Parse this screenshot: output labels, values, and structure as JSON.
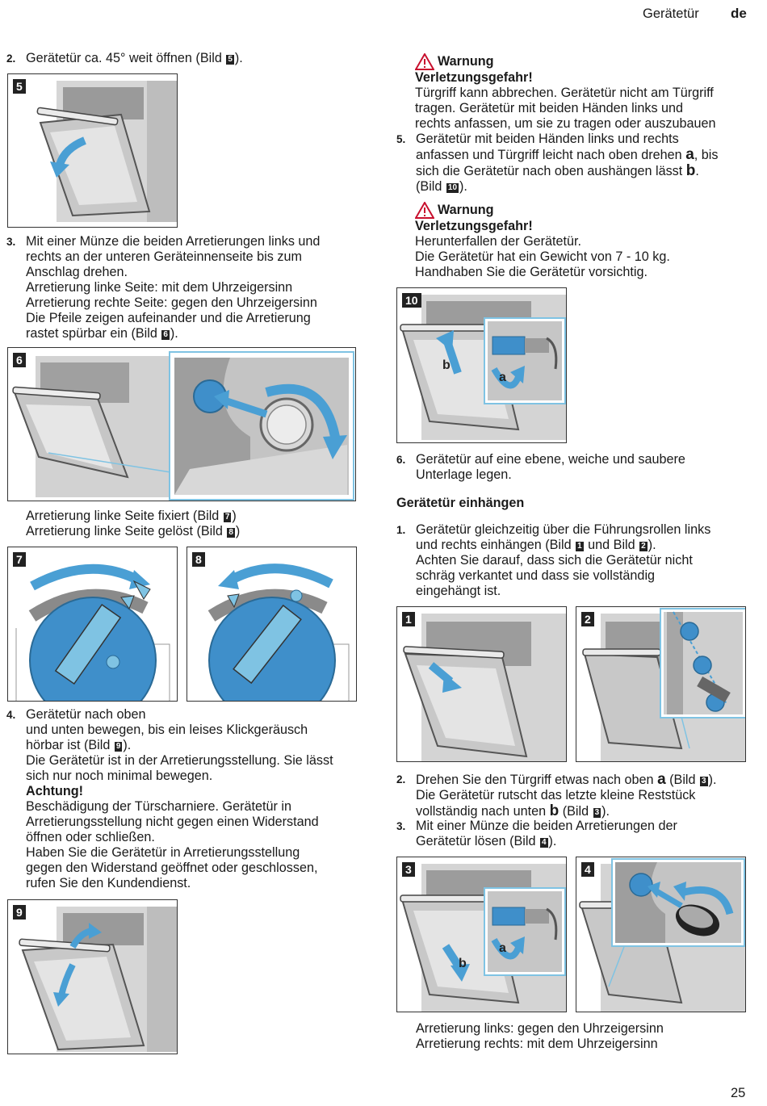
{
  "header": {
    "section": "Gerätetür",
    "lang": "de"
  },
  "page_number": "25",
  "left": {
    "step2": {
      "num": "2.",
      "lines": [
        "Gerätetür ca. 45° weit öffnen (Bild ",
        ")."
      ],
      "ref": "5"
    },
    "step3": {
      "num": "3.",
      "lines": [
        "Mit einer Münze die beiden Arretierungen links und",
        "rechts an der unteren Geräteinnenseite bis zum",
        "Anschlag drehen.",
        "Arretierung linke Seite: mit dem Uhrzeigersinn",
        "Arretierung rechte Seite: gegen den Uhrzeigersinn",
        "Die Pfeile zeigen aufeinander und die Arretierung"
      ],
      "last_prefix": "rastet spürbar ein (Bild ",
      "last_suffix": ").",
      "ref": "6"
    },
    "fixed_line": {
      "prefix": "Arretierung linke Seite fixiert (Bild ",
      "suffix": ")",
      "ref": "7"
    },
    "released_line": {
      "prefix": "Arretierung linke Seite gelöst (Bild ",
      "suffix": ")",
      "ref": "8"
    },
    "step4": {
      "num": "4.",
      "line1": "Gerätetür nach oben",
      "line2": "und unten bewegen, bis ein leises Klickgeräusch",
      "line3_prefix": "hörbar ist (Bild ",
      "line3_suffix": ").",
      "ref": "9",
      "line4": "Die Gerätetür ist in der Arretierungsstellung. Sie lässt",
      "line5": "sich nur noch minimal bewegen.",
      "caution_title": "Achtung!",
      "caution_lines": [
        "Beschädigung der Türscharniere. Gerätetür in",
        "Arretierungsstellung nicht gegen einen Widerstand",
        "öffnen oder schließen.",
        "Haben Sie die Gerätetür in Arretierungsstellung",
        "gegen den Widerstand geöffnet oder geschlossen,",
        "rufen Sie den Kundendienst."
      ]
    }
  },
  "right": {
    "warning1": {
      "title": "Warnung",
      "heading": "Verletzungsgefahr!",
      "lines": [
        "Türgriff kann abbrechen. Gerätetür nicht am Türgriff",
        "tragen. Gerätetür mit beiden Händen links und",
        "rechts anfassen, um sie zu tragen oder auszubauen"
      ]
    },
    "step5": {
      "num": "5.",
      "line1": "Gerätetür mit beiden Händen links und rechts",
      "line2_prefix": "anfassen und Türgriff leicht nach oben drehen ",
      "letter_a": "a",
      "line2_suffix": ", bis",
      "line3_prefix": "sich die Gerätetür nach oben aushängen lässt ",
      "letter_b": "b",
      "line3_suffix": ".",
      "line4_prefix": "(Bild ",
      "line4_suffix": ").",
      "ref": "10"
    },
    "warning2": {
      "title": "Warnung",
      "heading": "Verletzungsgefahr!",
      "lines": [
        "Herunterfallen der Gerätetür.",
        "Die Gerätetür hat ein Gewicht von 7 - 10 kg.",
        "Handhaben Sie die Gerätetür vorsichtig."
      ]
    },
    "step6": {
      "num": "6.",
      "lines": [
        "Gerätetür auf eine ebene, weiche und saubere",
        "Unterlage legen."
      ]
    },
    "subheading": "Gerätetür einhängen",
    "mount1": {
      "num": "1.",
      "line1": "Gerätetür gleichzeitig über die Führungsrollen links",
      "line2_prefix": "und rechts einhängen (Bild ",
      "ref1": "1",
      "line2_mid": " und Bild ",
      "ref2": "2",
      "line2_suffix": ").",
      "lines_rest": [
        "Achten Sie darauf, dass sich die Gerätetür nicht",
        "schräg verkantet und dass sie vollständig",
        "eingehängt ist."
      ]
    },
    "mount2": {
      "num": "2.",
      "line1_prefix": "Drehen Sie den Türgriff etwas nach oben ",
      "letter_a": "a",
      "line1_mid": " (Bild ",
      "ref": "3",
      "line1_suffix": ").",
      "line2": "Die Gerätetür rutscht das letzte kleine Reststück",
      "line3_prefix": "vollständig nach unten ",
      "letter_b": "b",
      "line3_mid": " (Bild ",
      "line3_suffix": ")."
    },
    "mount3": {
      "num": "3.",
      "line1": "Mit einer Münze die beiden Arretierungen der",
      "line2_prefix": "Gerätetür lösen (Bild ",
      "ref": "4",
      "line2_suffix": ")."
    },
    "final_lines": [
      "Arretierung links: gegen den Uhrzeigersinn",
      "Arretierung rechts: mit dem Uhrzeigersinn"
    ]
  },
  "figures": {
    "f5": {
      "label": "5"
    },
    "f6": {
      "label": "6"
    },
    "f7": {
      "label": "7"
    },
    "f8": {
      "label": "8"
    },
    "f9": {
      "label": "9"
    },
    "f10": {
      "label": "10",
      "letter_a": "a",
      "letter_b": "b"
    },
    "f1": {
      "label": "1"
    },
    "f2": {
      "label": "2"
    },
    "f3": {
      "label": "3",
      "letter_a": "a",
      "letter_b": "b"
    },
    "f4": {
      "label": "4"
    }
  },
  "colors": {
    "arrow_blue": "#4a9fd4",
    "knob_blue": "#3f8fca",
    "steel": "#b8b8b8",
    "steel_dark": "#7a7a7a",
    "callout": "#7fc3e3"
  }
}
